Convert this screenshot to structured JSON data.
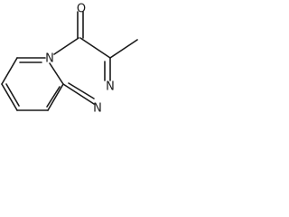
{
  "structure": {
    "atoms": {
      "carbonyl_oxygen": "O",
      "bridgehead_nitrogen": "N",
      "azo_nitrogen_upper": "N",
      "azo_nitrogen_lower": "N"
    }
  }
}
